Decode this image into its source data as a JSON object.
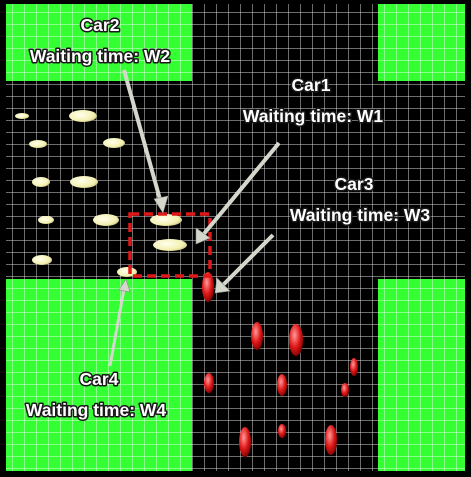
{
  "labels": {
    "car1_name": "Car1",
    "car1_wait": "Waiting time: W1",
    "car2_name": "Car2",
    "car2_wait": "Waiting time: W2",
    "car3_name": "Car3",
    "car3_wait": "Waiting time: W3",
    "car4_name": "Car4",
    "car4_wait": "Waiting time: W4"
  },
  "colors": {
    "grass": "#33ff33",
    "road": "#000000",
    "grid": "#ffffff",
    "yellow_car": "#f3f0b0",
    "red_car": "#e01818",
    "box": "#e01818",
    "arrow": "#d4d8cc"
  }
}
